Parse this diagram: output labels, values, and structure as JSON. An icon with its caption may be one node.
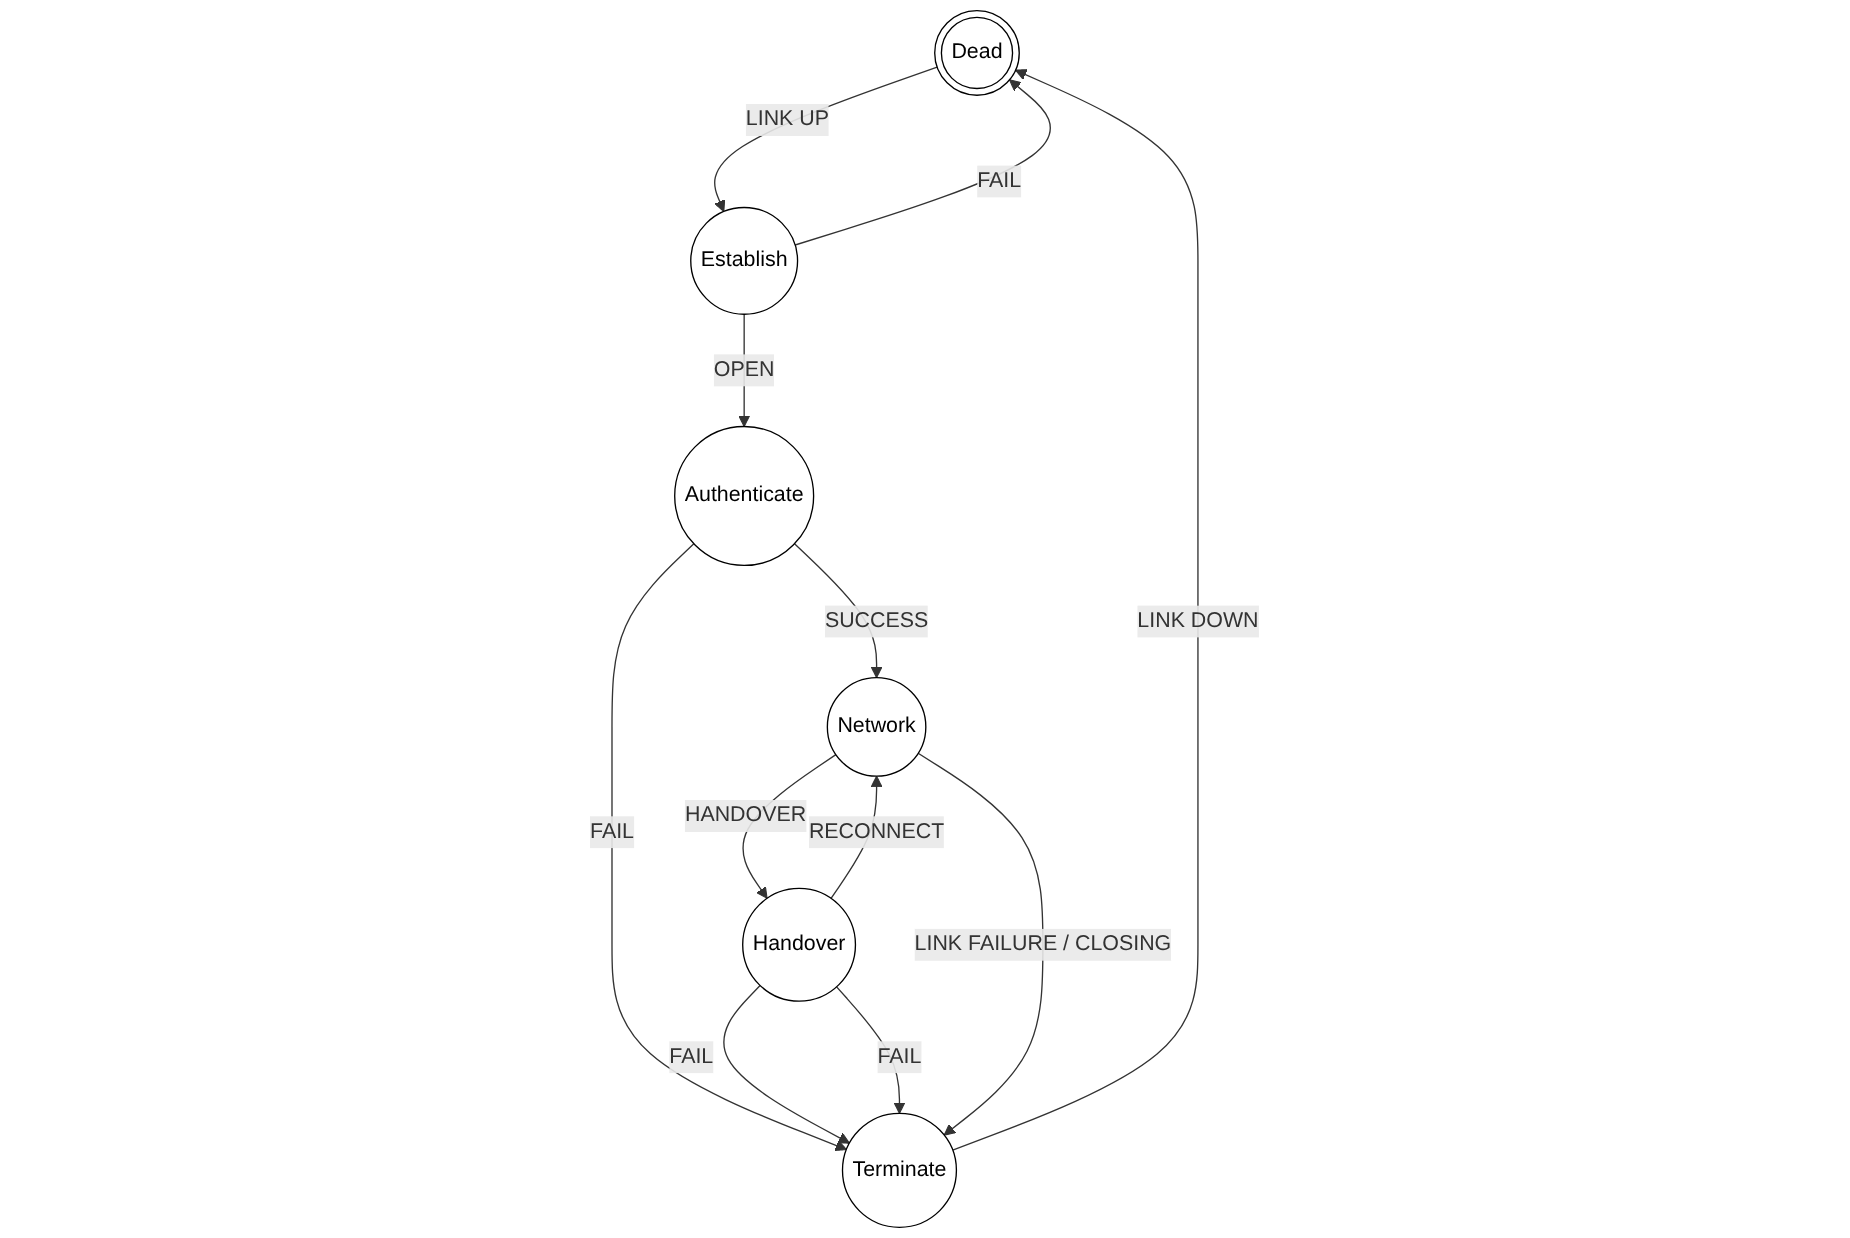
{
  "diagram": {
    "nodes": [
      {
        "text": [
          "Dead"
        ]
      },
      {
        "text": [
          "Establish"
        ]
      },
      {
        "text": [
          "Authenticate"
        ]
      },
      {
        "text": [
          "Terminate"
        ]
      },
      {
        "text": [
          "Handover"
        ]
      },
      {
        "text": [
          "Network"
        ]
      }
    ],
    "edges": [
      {
        "from": 0,
        "to": 1,
        "arrow": "to",
        "label": "LINK UP"
      },
      {
        "from": 1,
        "to": 0,
        "arrow": "to",
        "label": "FAIL"
      },
      {
        "from": 1,
        "to": 2,
        "arrow": "to",
        "label": "OPEN"
      },
      {
        "from": 2,
        "to": 5,
        "arrow": "to",
        "label": "SUCCESS"
      },
      {
        "from": 2,
        "to": 3,
        "arrow": "to",
        "label": "FAIL"
      },
      {
        "from": 5,
        "to": 4,
        "arrow": "to",
        "label": "HANDOVER"
      },
      {
        "from": 4,
        "to": 5,
        "arrow": "to",
        "label": "RECONNECT"
      },
      {
        "from": 4,
        "to": 3,
        "arrow": "to",
        "label": "FAIL"
      },
      {
        "from": 4,
        "to": 3,
        "arrow": "to",
        "label": "FAIL"
      },
      {
        "from": 5,
        "to": 3,
        "arrow": "to",
        "label": "LINK FAILURE / CLOSING"
      },
      {
        "from": 3,
        "to": 0,
        "arrow": "to",
        "label": "LINK DOWN"
      }
    ]
  }
}
